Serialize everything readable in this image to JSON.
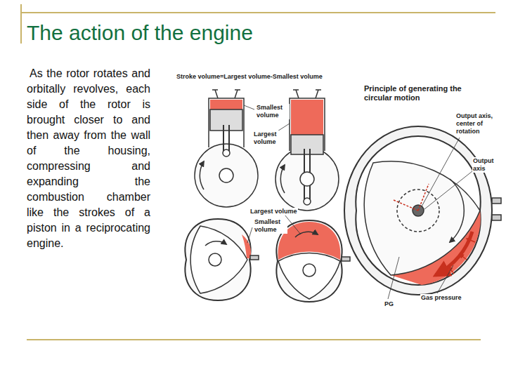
{
  "diagram": {
    "title": "The action of the engine",
    "labels": [
      "As the rotor rotates and orbitally revolves, each side of the rotor is brought closer to and then away from the wall of the housing, compressing and expanding the combustion chamber like the strokes of a piston in a reciprocating engine.",
      "Stroke volume=Largest volume-Smallest volume",
      "Smallest volume",
      "Largest volume",
      "Largest volume",
      "Smallest volume",
      "Principle of generating the circular motion",
      "Output axis, center of rotation",
      "Output axis",
      "PG",
      "Gas pressure"
    ]
  }
}
